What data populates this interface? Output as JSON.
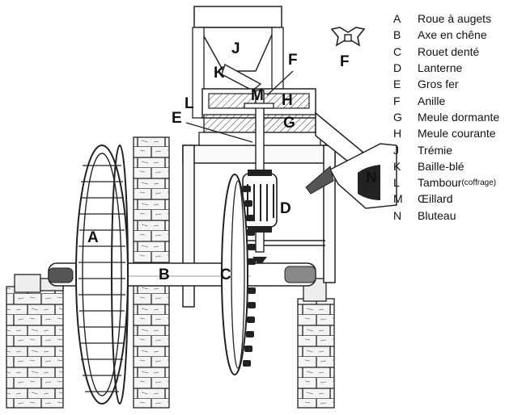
{
  "figure": {
    "labels": {
      "A": "A",
      "B": "B",
      "C": "C",
      "D": "D",
      "E": "E",
      "F": "F",
      "F2": "F",
      "G": "G",
      "H": "H",
      "J": "J",
      "K": "K",
      "L": "L",
      "M": "M",
      "N": "N"
    }
  },
  "legend": [
    {
      "letter": "A",
      "text": "Roue à augets",
      "note": ""
    },
    {
      "letter": "B",
      "text": "Axe en chêne",
      "note": ""
    },
    {
      "letter": "C",
      "text": "Rouet denté",
      "note": ""
    },
    {
      "letter": "D",
      "text": "Lanterne",
      "note": ""
    },
    {
      "letter": "E",
      "text": "Gros fer",
      "note": ""
    },
    {
      "letter": "F",
      "text": "Anille",
      "note": ""
    },
    {
      "letter": "G",
      "text": "Meule dormante",
      "note": ""
    },
    {
      "letter": "H",
      "text": "Meule courante",
      "note": ""
    },
    {
      "letter": "J",
      "text": "Trémie",
      "note": ""
    },
    {
      "letter": "K",
      "text": "Baille-blé",
      "note": ""
    },
    {
      "letter": "L",
      "text": "Tambour ",
      "note": "(coffrage)"
    },
    {
      "letter": "M",
      "text": "Œillard",
      "note": ""
    },
    {
      "letter": "N",
      "text": "Bluteau",
      "note": ""
    }
  ]
}
